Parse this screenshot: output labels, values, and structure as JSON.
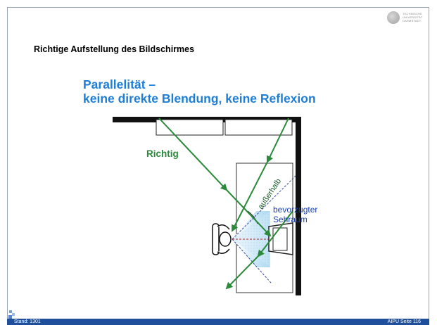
{
  "logo": {
    "wordmark": "TECHNISCHE UNIVERSITÄT DARMSTADT"
  },
  "slide": {
    "title": "Richtige Aufstellung des Bildschirmes",
    "headline_line1": "Parallelität –",
    "headline_line2": "keine direkte Blendung, keine Reflexion"
  },
  "diagram": {
    "label_richtig": "Richtig",
    "label_ausserhalb": "außerhalb",
    "label_bevorzugter": "bevorzugter",
    "label_sehraum": "Sehraum"
  },
  "footer": {
    "left": "Stand: 1301",
    "right": "AIPU Seite 116"
  },
  "colors": {
    "headline": "#1f7fd6",
    "arrows": "#2a8a3a",
    "label_blue": "#1a3fb0",
    "footer_bar": "#1f4f9a"
  }
}
